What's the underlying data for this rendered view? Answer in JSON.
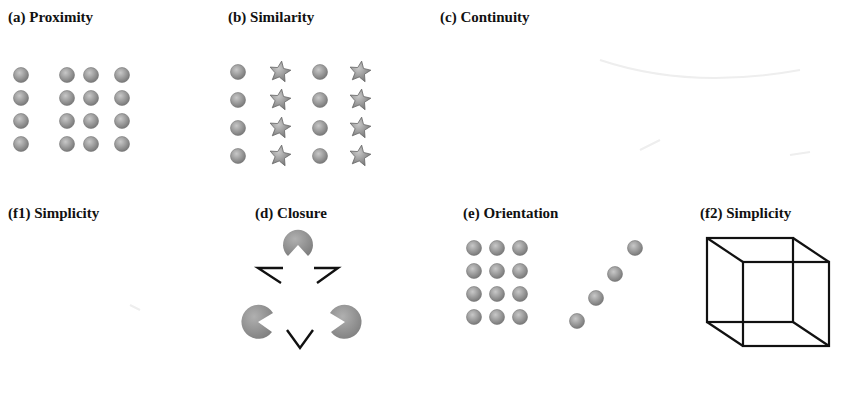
{
  "diagram": {
    "labels": [
      "(a) Proximity",
      "(b) Similarity",
      "(c) Continuity",
      "(f1) Simplicity",
      "(d) Closure",
      "(e) Orientation",
      "(f2) Simplicity"
    ]
  }
}
